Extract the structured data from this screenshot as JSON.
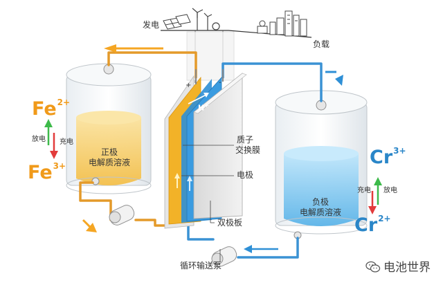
{
  "labels": {
    "discharge_top": "发电",
    "load": "负载",
    "plus_sign": "+",
    "minus_sign": "-",
    "h_ion": "H",
    "h_charge": "+",
    "left_tank_line1": "正极",
    "left_tank_line2": "电解质溶液",
    "right_tank_line1": "负极",
    "right_tank_line2": "电解质溶液",
    "membrane_line1": "质子",
    "membrane_line2": "交换膜",
    "electrode": "电极",
    "bipolar_plate": "双极板",
    "pump": "循环输送泵",
    "left_discharge": "放电",
    "left_charge": "充电",
    "right_charge": "充电",
    "right_discharge": "放电"
  },
  "ions": {
    "fe_top": {
      "symbol": "Fe",
      "charge": "2+"
    },
    "fe_bottom": {
      "symbol": "Fe",
      "charge": "3+"
    },
    "cr_top": {
      "symbol": "Cr",
      "charge": "3+"
    },
    "cr_bottom": {
      "symbol": "Cr",
      "charge": "2+"
    }
  },
  "watermark": "电池世界",
  "colors": {
    "positive_flow": "#f0a31e",
    "negative_flow": "#2e8fd6",
    "electrolyte_positive": "#f7cf6e",
    "electrolyte_negative": "#7cc6ef",
    "membrane": "#3a9be0",
    "charge_arrow": "#e23b3b",
    "discharge_arrow": "#3dba4a"
  },
  "icons": [
    "solar-panel-icon",
    "wind-turbine-icon",
    "factory-icon",
    "city-buildings-icon",
    "wechat-icon"
  ]
}
